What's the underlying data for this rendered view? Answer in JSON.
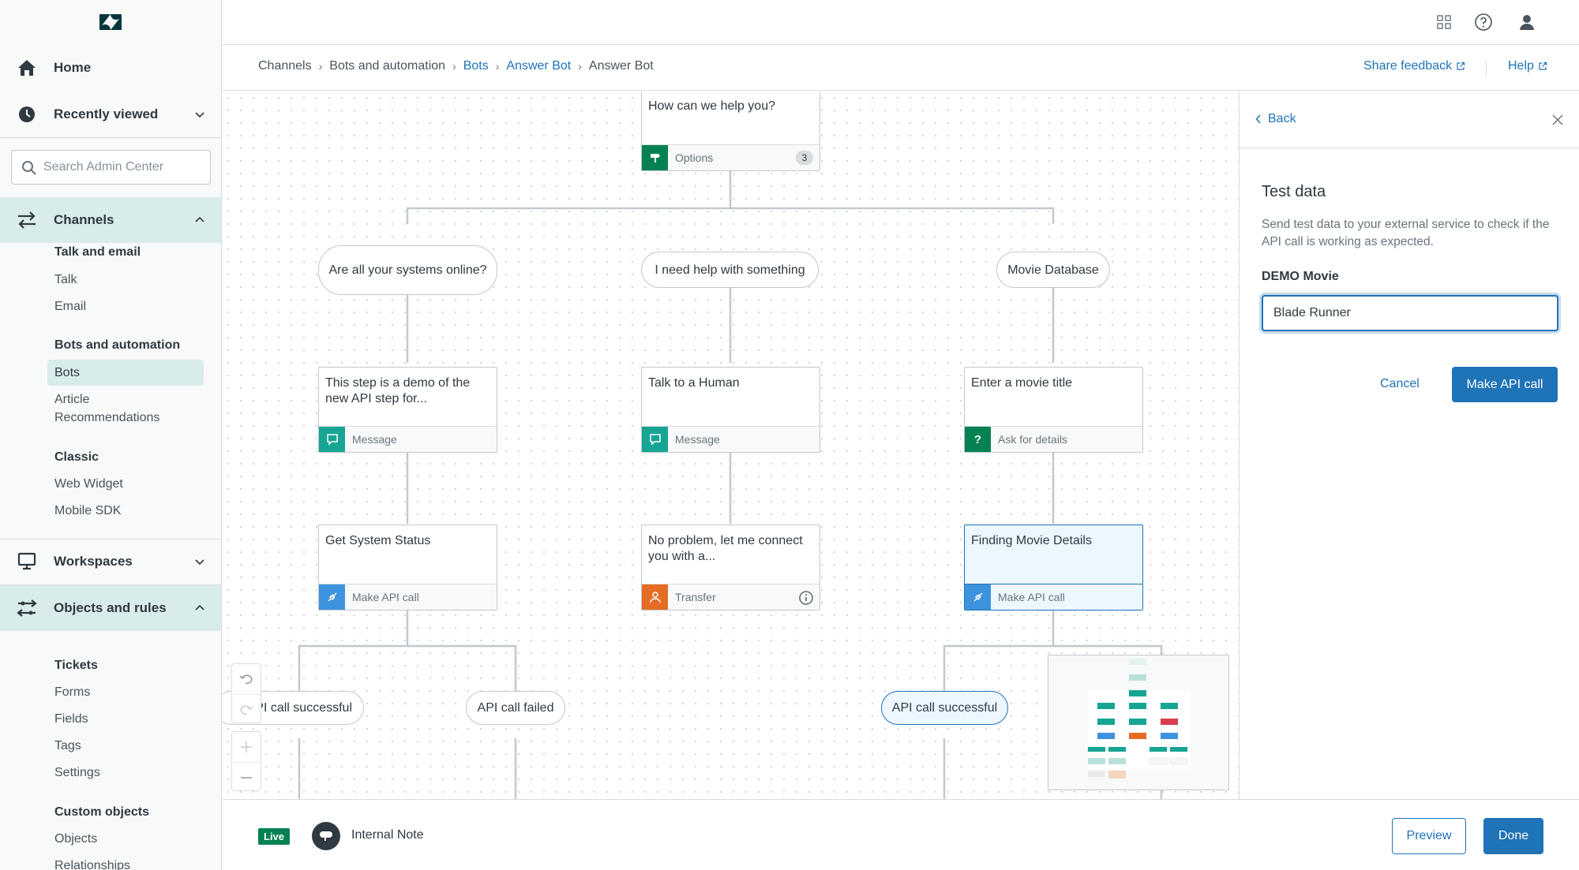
{
  "sidebar": {
    "home_label": "Home",
    "recently_viewed_label": "Recently viewed",
    "search_placeholder": "Search Admin Center",
    "channels_label": "Channels",
    "channels_groups": [
      {
        "heading": "Talk and email",
        "items": [
          "Talk",
          "Email"
        ]
      },
      {
        "heading": "Bots and automation",
        "items": [
          "Bots",
          "Article Recommendations"
        ]
      },
      {
        "heading": "Classic",
        "items": [
          "Web Widget",
          "Mobile SDK"
        ]
      }
    ],
    "workspaces_label": "Workspaces",
    "objects_label": "Objects and rules",
    "objects_groups": [
      {
        "heading": "Tickets",
        "items": [
          "Forms",
          "Fields",
          "Tags",
          "Settings"
        ]
      },
      {
        "heading": "Custom objects",
        "items": [
          "Objects",
          "Relationships"
        ]
      }
    ]
  },
  "breadcrumb": {
    "items": [
      "Channels",
      "Bots and automation",
      "Bots",
      "Answer Bot",
      "Answer Bot"
    ],
    "share_feedback": "Share feedback",
    "help": "Help"
  },
  "flow": {
    "nodes": {
      "greeting": {
        "text": "How can we help you?",
        "footer": "Options",
        "badge": "3"
      },
      "demo_message": {
        "text": "This step is a demo of the new API step for...",
        "footer": "Message"
      },
      "talk_human": {
        "text": "Talk to a Human",
        "footer": "Message"
      },
      "enter_title": {
        "text": "Enter a movie title",
        "footer": "Ask for details"
      },
      "system_status": {
        "text": "Get System Status",
        "footer": "Make API call"
      },
      "no_problem": {
        "text": "No problem, let me connect you with a...",
        "footer": "Transfer"
      },
      "movie_details": {
        "text": "Finding Movie Details",
        "footer": "Make API call"
      }
    },
    "options": {
      "systems_online": "Are all your systems online?",
      "need_help": "I need help with something",
      "movie_db": "Movie Database",
      "api_success_left": "API call successful",
      "api_failed": "API call failed",
      "api_success_right": "API call successful"
    }
  },
  "panel": {
    "back_label": "Back",
    "title": "Test data",
    "description": "Send test data to your external service to check if the API call is working as expected.",
    "field_label": "DEMO Movie",
    "field_value": "Blade Runner",
    "cancel_label": "Cancel",
    "submit_label": "Make API call"
  },
  "footer": {
    "status": "Live",
    "bot_name": "Internal Note",
    "preview_label": "Preview",
    "done_label": "Done"
  },
  "icons": {
    "home": "home-icon",
    "recent": "clock-icon",
    "channels": "arrows-icon",
    "workspaces": "monitor-icon",
    "objects": "rules-icon",
    "apps": "grid-icon",
    "help": "question-icon",
    "profile": "user-icon"
  },
  "colors": {
    "accent": "#1f73b7",
    "teal": "#038153",
    "message_teal": "#17a593",
    "transfer_orange": "#e56c24",
    "api_blue": "#3d93dd",
    "live_green": "#038153"
  }
}
